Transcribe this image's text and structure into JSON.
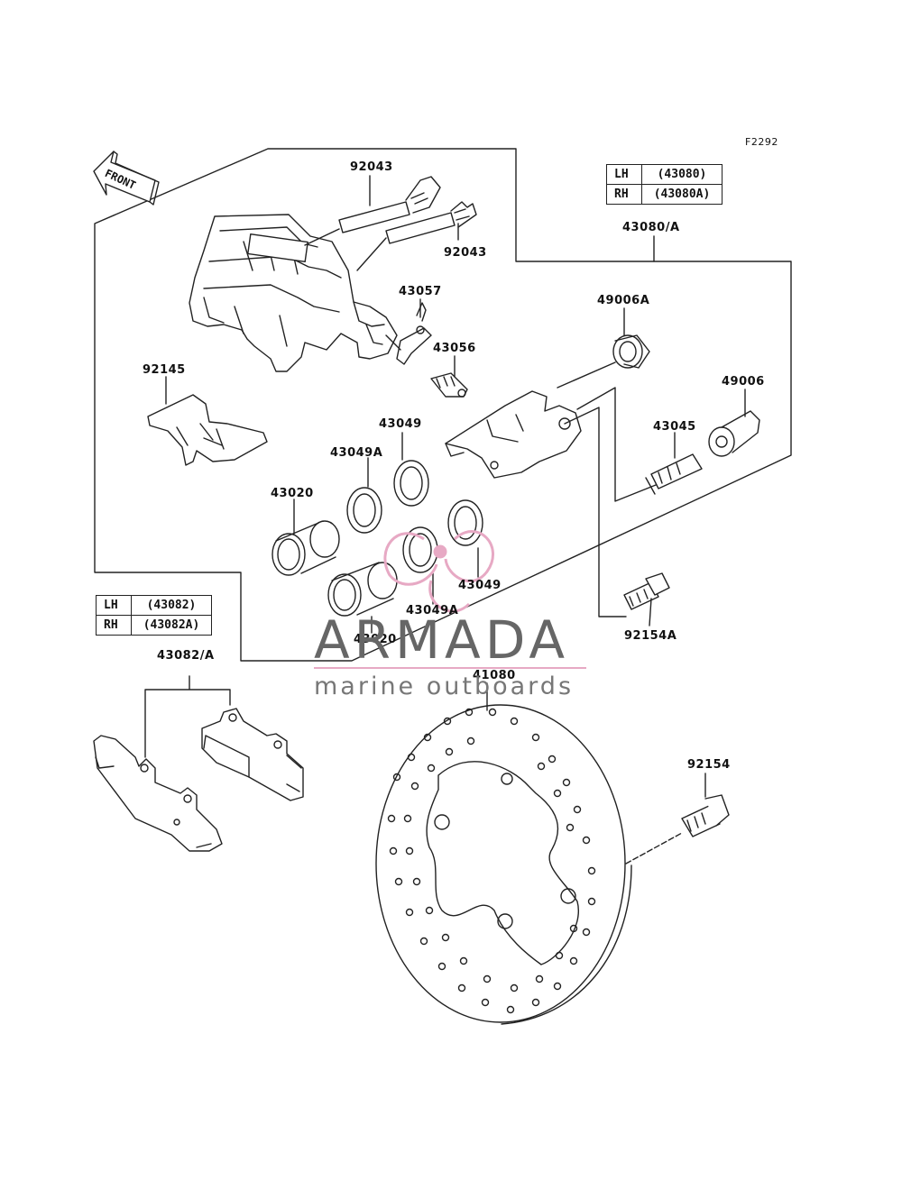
{
  "figure_code": "F2292",
  "front_arrow_label": "FRONT",
  "caliper_table": {
    "rows": [
      {
        "side": "LH",
        "code": "(43080)"
      },
      {
        "side": "RH",
        "code": "(43080A)"
      }
    ]
  },
  "pad_table": {
    "rows": [
      {
        "side": "LH",
        "code": "(43082)"
      },
      {
        "side": "RH",
        "code": "(43082A)"
      }
    ]
  },
  "part_labels": {
    "p92043_a": "92043",
    "p92043_b": "92043",
    "p43080A": "43080/A",
    "p43057": "43057",
    "p49006A": "49006A",
    "p43056": "43056",
    "p92145": "92145",
    "p49006": "49006",
    "p43049_a": "43049",
    "p43045": "43045",
    "p43049A_a": "43049A",
    "p43020_a": "43020",
    "p43049_b": "43049",
    "p43049A_b": "43049A",
    "p92154A": "92154A",
    "p43020_b": "43020",
    "p43082A": "43082/A",
    "p41080": "41080",
    "p92154": "92154"
  },
  "watermark": {
    "title": "ARMADA",
    "subtitle": "marine outboards",
    "accent_color": "#e7a9c4"
  },
  "colors": {
    "line": "#222222",
    "background": "#ffffff"
  }
}
